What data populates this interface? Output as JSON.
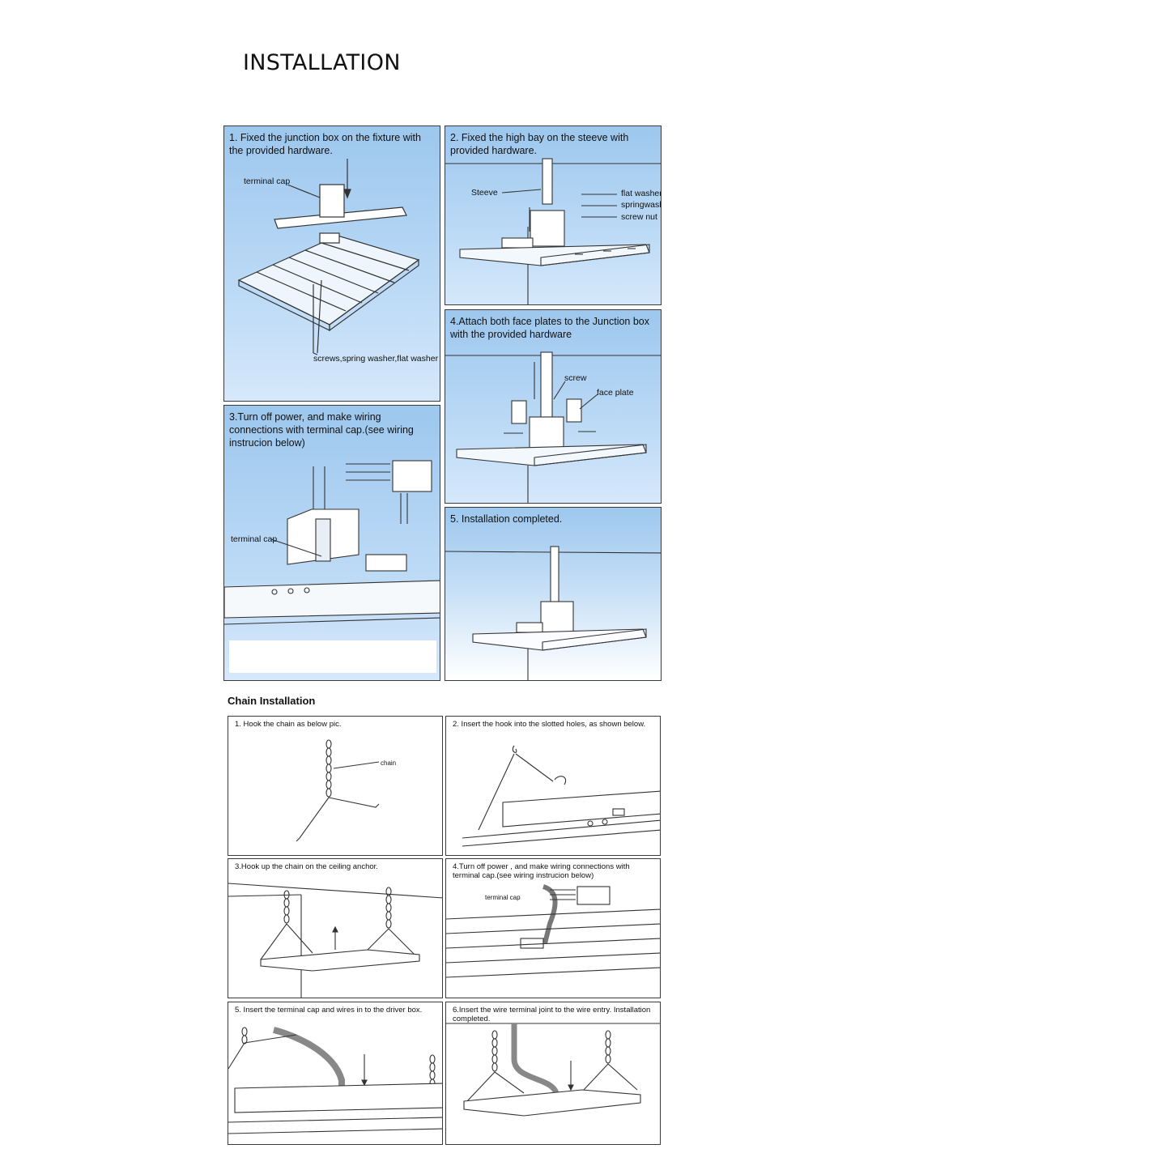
{
  "title": "INSTALLATION",
  "steps": {
    "s1": {
      "caption": "1. Fixed the junction box on the fixture with the provided hardware.",
      "labels": [
        "terminal cap",
        "screws,spring washer,flat washer"
      ]
    },
    "s2": {
      "caption": "2. Fixed  the high bay on the steeve with provided hardware.",
      "labels": [
        "Steeve",
        "flat washer",
        "springwasher",
        "screw nut"
      ]
    },
    "s3": {
      "caption": "3.Turn off power, and make wiring connections with terminal cap.(see wiring instrucion below)",
      "labels": [
        "terminal cap"
      ]
    },
    "s4": {
      "caption": "4.Attach both face plates to the Junction box with the provided hardware",
      "labels": [
        "screw",
        "face plate"
      ]
    },
    "s5": {
      "caption": "5. Installation completed."
    }
  },
  "chain": {
    "heading": "Chain Installation",
    "c1": {
      "caption": "1. Hook the chain as below pic.",
      "label": "chain"
    },
    "c2": {
      "caption": "2. Insert the hook into the slotted holes, as shown below."
    },
    "c3": {
      "caption": "3.Hook up the chain on the ceiling anchor."
    },
    "c4": {
      "caption": "4.Turn off power , and make wiring connections with terminal cap.(see wiring instrucion below)",
      "label": "terminal cap"
    },
    "c5": {
      "caption": "5. Insert the terminal cap and wires in to the driver box."
    },
    "c6": {
      "caption": "6.Insert the wire terminal joint to the wire entry. Installation completed."
    }
  }
}
